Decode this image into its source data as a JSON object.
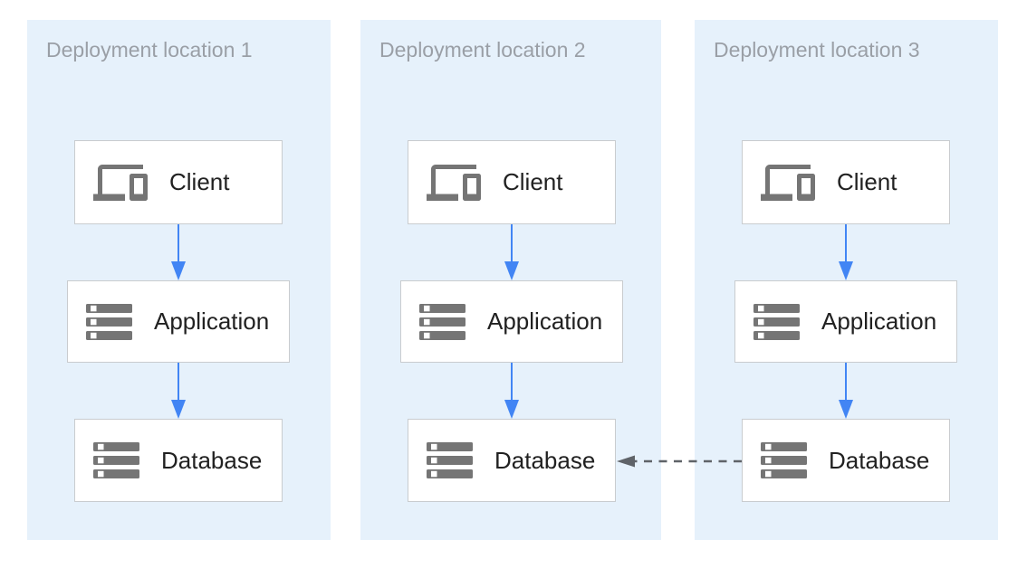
{
  "panels": [
    {
      "title": "Deployment location 1",
      "nodes": [
        {
          "label": "Client",
          "icon": "devices-icon"
        },
        {
          "label": "Application",
          "icon": "server-icon"
        },
        {
          "label": "Database",
          "icon": "server-icon"
        }
      ]
    },
    {
      "title": "Deployment location 2",
      "nodes": [
        {
          "label": "Client",
          "icon": "devices-icon"
        },
        {
          "label": "Application",
          "icon": "server-icon"
        },
        {
          "label": "Database",
          "icon": "server-icon"
        }
      ]
    },
    {
      "title": "Deployment location 3",
      "nodes": [
        {
          "label": "Client",
          "icon": "devices-icon"
        },
        {
          "label": "Application",
          "icon": "server-icon"
        },
        {
          "label": "Database",
          "icon": "server-icon"
        }
      ]
    }
  ],
  "connections": [
    {
      "from": "panel-1-client",
      "to": "panel-1-application",
      "type": "solid-arrow",
      "color": "#4285F4"
    },
    {
      "from": "panel-1-application",
      "to": "panel-1-database",
      "type": "solid-arrow",
      "color": "#4285F4"
    },
    {
      "from": "panel-2-client",
      "to": "panel-2-application",
      "type": "solid-arrow",
      "color": "#4285F4"
    },
    {
      "from": "panel-2-application",
      "to": "panel-2-database",
      "type": "solid-arrow",
      "color": "#4285F4"
    },
    {
      "from": "panel-3-client",
      "to": "panel-3-application",
      "type": "solid-arrow",
      "color": "#4285F4"
    },
    {
      "from": "panel-3-application",
      "to": "panel-3-database",
      "type": "solid-arrow",
      "color": "#4285F4"
    },
    {
      "from": "panel-3-database",
      "to": "panel-2-database",
      "type": "dashed-arrow",
      "color": "#5F6368"
    }
  ],
  "colors": {
    "panel_background": "#E6F1FB",
    "box_background": "#FFFFFF",
    "box_border": "#C9CCCF",
    "title_text": "#9A9FA6",
    "label_text": "#212121",
    "icon_gray": "#757575",
    "flow_arrow": "#4285F4",
    "replication_arrow": "#5F6368"
  }
}
